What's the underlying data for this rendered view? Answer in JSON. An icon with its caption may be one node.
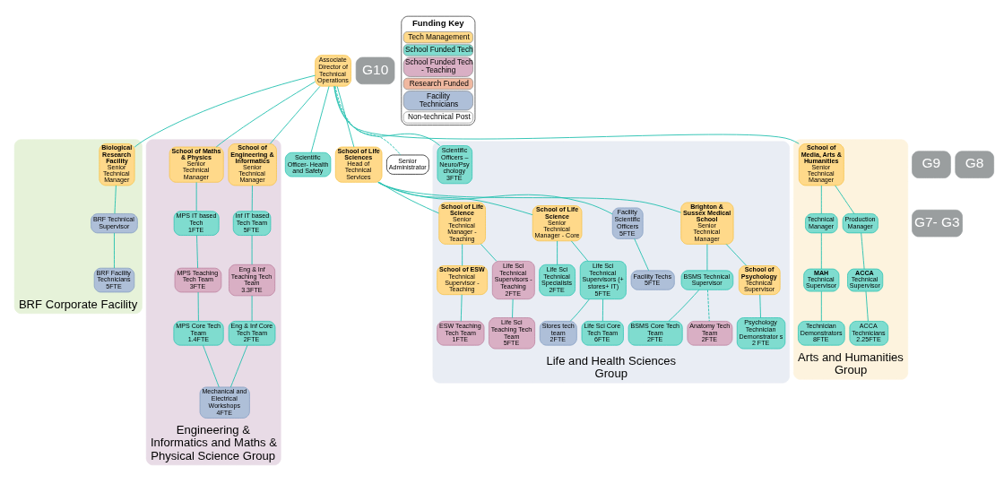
{
  "diagram": {
    "nodes": [
      {
        "text": [
          "Associate Director of Technical Operations"
        ]
      },
      {
        "text": [
          "BRF Corporate Facility"
        ]
      },
      {
        "text": [
          "Biological Research Facility",
          "Senior Technical Manager"
        ],
        "in": 1
      },
      {
        "text": [
          "BRF Technical Supervisor"
        ],
        "in": 1
      },
      {
        "text": [
          "BRF Facility Technicians",
          "5FTE"
        ],
        "in": 1
      },
      {
        "text": [
          "Engineering & Informatics and Maths & Physical Science Group"
        ]
      },
      {
        "text": [
          "School of Engineering & Informatics",
          "Senior Technical Manager"
        ],
        "in": 5
      },
      {
        "text": [
          "Inf IT based Tech Team",
          "5FTE"
        ],
        "in": 5
      },
      {
        "text": [
          "Eng & Inf Teaching Tech Team",
          "3.3FTE"
        ],
        "in": 5
      },
      {
        "text": [
          "Eng & Inf Core Tech Team",
          "2FTE"
        ],
        "in": 5
      },
      {
        "text": [
          "School of Maths & Physics",
          "Senior Technical Manager"
        ],
        "in": 5
      },
      {
        "text": [
          "MPS IT based Tech",
          "1FTE"
        ],
        "in": 5
      },
      {
        "text": [
          "MPS Teaching Tech Team",
          "3FTE"
        ],
        "in": 5
      },
      {
        "text": [
          "MPS Core Tech Team",
          "1.4FTE"
        ],
        "in": 5
      },
      {
        "text": [
          "Mechanical and Electrical Workshops",
          "4FTE"
        ],
        "in": 5
      },
      {
        "text": [
          "Scientific Officer- Health and Safety"
        ]
      },
      {
        "text": [
          "Life and Health Sciences Group"
        ]
      },
      {
        "text": [
          "Scientific Officers – Neuro/Psy chology",
          "3FTE"
        ],
        "in": 16
      },
      {
        "text": [
          "School of Life Sciences",
          "Head of Technical Services"
        ]
      },
      {
        "text": [
          "Brighton & Sussex Medical School",
          "Senior Technical Manager"
        ],
        "in": 16
      },
      {
        "text": [
          "Facility Scientific Officers",
          "5FTE"
        ],
        "in": 16
      },
      {
        "text": [
          "School of Life Science",
          "Senior Technical Manager - Core"
        ],
        "in": 16
      },
      {
        "text": [
          "School of Life Science",
          "Senior Technical Manager - Teaching"
        ],
        "in": 16
      },
      {
        "text": [
          "Facility Techs",
          "5FTE"
        ],
        "in": 16
      },
      {
        "text": [
          "Life Sci Technical Specialists",
          "2FTE"
        ],
        "in": 16
      },
      {
        "text": [
          "BSMS Technical Supervisor"
        ],
        "in": 16
      },
      {
        "text": [
          "School of Psychology",
          "Technical Supervisor"
        ],
        "in": 16
      },
      {
        "text": [
          "Life Sci Technical Supervisors (+ stores+ IT)",
          "5FTE"
        ],
        "in": 16
      },
      {
        "text": [
          "School of ESW",
          "Technical Supervisor - Teaching"
        ],
        "in": 16
      },
      {
        "text": [
          "Life Sci Technical Supervisors - Teaching",
          "2FTE"
        ],
        "in": 16
      },
      {
        "text": [
          "BSMS Core Tech Team",
          "2FTE"
        ],
        "in": 16
      },
      {
        "text": [
          "Psychology Technician Demonstrator s",
          "2 FTE"
        ],
        "in": 16
      },
      {
        "text": [
          "Stores tech team",
          "2FTE"
        ],
        "in": 16
      },
      {
        "text": [
          "Life Sci Core Tech Team",
          "6FTE"
        ],
        "in": 16
      },
      {
        "text": [
          "ESW Teaching Tech Team",
          "1FTE"
        ],
        "in": 16
      },
      {
        "text": [
          "Life Sci Teaching Tech Team",
          "5FTE"
        ],
        "in": 16
      },
      {
        "text": [
          "Anatomy Tech Team",
          "2FTE"
        ],
        "in": 16
      },
      {
        "text": [
          "Arts and Humanities Group"
        ]
      },
      {
        "text": [
          "School of Media, Arts & Humanities",
          "Senior Technical Manager"
        ],
        "in": 37
      },
      {
        "text": [
          "Technical Manager"
        ],
        "in": 37
      },
      {
        "text": [
          "Production Manager"
        ],
        "in": 37
      },
      {
        "text": [
          "MAH",
          "Technical Supervisor"
        ],
        "in": 37
      },
      {
        "text": [
          "ACCA",
          "Technical Supervisor"
        ],
        "in": 37
      },
      {
        "text": [
          "Technician Demonstrators",
          "8FTE"
        ],
        "in": 37
      },
      {
        "text": [
          "ACCA Technicians",
          "2.25FTE"
        ],
        "in": 37
      },
      {
        "text": [
          "Senior Administrator"
        ]
      },
      {
        "text": [
          "G10"
        ]
      },
      {
        "text": [
          "G9"
        ]
      },
      {
        "text": [
          "G8"
        ]
      },
      {
        "text": [
          "G7- G3"
        ]
      }
    ],
    "edges": [
      {
        "from": 0,
        "to": 2,
        "arrow": "none"
      },
      {
        "from": 0,
        "to": 6,
        "arrow": "none"
      },
      {
        "from": 0,
        "to": 10,
        "arrow": "none"
      },
      {
        "from": 0,
        "to": 15,
        "arrow": "none"
      },
      {
        "from": 0,
        "to": 17,
        "arrow": "none"
      },
      {
        "from": 0,
        "to": 18,
        "arrow": "none"
      },
      {
        "from": 0,
        "to": 38,
        "arrow": "none"
      },
      {
        "from": 0,
        "to": 45,
        "arrow": "none",
        "style": "dashed"
      },
      {
        "from": 2,
        "to": 3,
        "arrow": "none"
      },
      {
        "from": 3,
        "to": 4,
        "arrow": "none"
      },
      {
        "from": 6,
        "to": 7,
        "arrow": "none"
      },
      {
        "from": 7,
        "to": 8,
        "arrow": "none"
      },
      {
        "from": 8,
        "to": 9,
        "arrow": "none"
      },
      {
        "from": 10,
        "to": 11,
        "arrow": "none"
      },
      {
        "from": 11,
        "to": 12,
        "arrow": "none"
      },
      {
        "from": 12,
        "to": 13,
        "arrow": "none"
      },
      {
        "from": 9,
        "to": 14,
        "arrow": "none"
      },
      {
        "from": 13,
        "to": 14,
        "arrow": "none"
      },
      {
        "from": 18,
        "to": 19,
        "arrow": "none"
      },
      {
        "from": 18,
        "to": 20,
        "arrow": "none"
      },
      {
        "from": 18,
        "to": 21,
        "arrow": "none"
      },
      {
        "from": 18,
        "to": 22,
        "arrow": "none"
      },
      {
        "from": 20,
        "to": 23,
        "arrow": "none"
      },
      {
        "from": 21,
        "to": 24,
        "arrow": "none"
      },
      {
        "from": 21,
        "to": 27,
        "arrow": "none"
      },
      {
        "from": 19,
        "to": 25,
        "arrow": "none"
      },
      {
        "from": 19,
        "to": 26,
        "arrow": "none"
      },
      {
        "from": 22,
        "to": 28,
        "arrow": "none"
      },
      {
        "from": 22,
        "to": 29,
        "arrow": "none"
      },
      {
        "from": 25,
        "to": 30,
        "arrow": "none"
      },
      {
        "from": 25,
        "to": 36,
        "arrow": "none",
        "style": "dashed"
      },
      {
        "from": 26,
        "to": 31,
        "arrow": "none"
      },
      {
        "from": 27,
        "to": 32,
        "arrow": "none"
      },
      {
        "from": 27,
        "to": 33,
        "arrow": "none"
      },
      {
        "from": 28,
        "to": 34,
        "arrow": "none"
      },
      {
        "from": 29,
        "to": 35,
        "arrow": "none"
      },
      {
        "from": 38,
        "to": 39,
        "arrow": "none"
      },
      {
        "from": 38,
        "to": 40,
        "arrow": "none"
      },
      {
        "from": 39,
        "to": 41,
        "arrow": "none"
      },
      {
        "from": 40,
        "to": 42,
        "arrow": "none"
      },
      {
        "from": 41,
        "to": 43,
        "arrow": "none"
      },
      {
        "from": 42,
        "to": 44,
        "arrow": "none"
      }
    ],
    "labels": [
      "Funding Key"
    ],
    "legend": [
      {
        "text": "Tech Management",
        "color": "#ffd98a"
      },
      {
        "text": "School Funded Tech",
        "color": "#7fdccf"
      },
      {
        "text": "School Funded Tech - Teaching",
        "color": "#d9afc4"
      },
      {
        "text": "Research Funded",
        "color": "#f0b8a0"
      },
      {
        "text": "Facility Technicians",
        "color": "#aebfd8"
      },
      {
        "text": "Non-technical Post",
        "color": "#ffffff"
      }
    ]
  }
}
